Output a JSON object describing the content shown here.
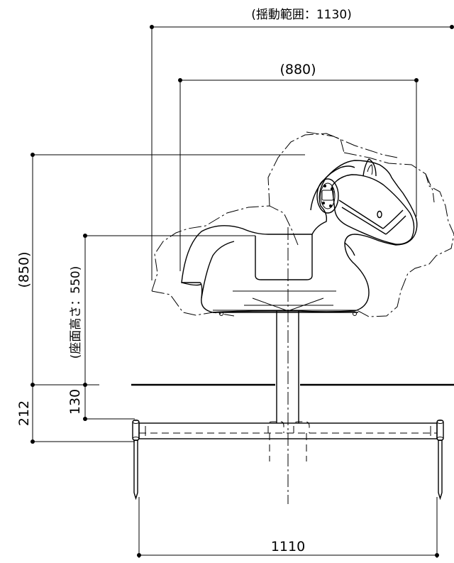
{
  "dimensions": {
    "swing_range": "(揺動範囲：1130)",
    "span": "(880)",
    "overall_height": "(850)",
    "seat_height": "(座面高さ：550)",
    "ground_to_base_top": "130",
    "base_height": "212",
    "base_width": "1110"
  }
}
